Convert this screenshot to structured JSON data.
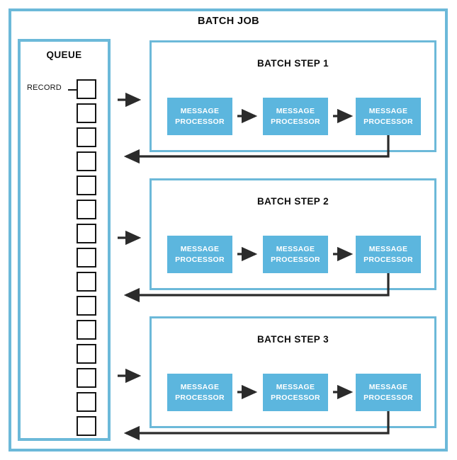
{
  "diagram": {
    "title": "BATCH JOB",
    "accent_color": "#6cb9d9",
    "processor_fill": "#5cb6de",
    "processor_text_color": "#ffffff",
    "arrow_color": "#2b2b2b",
    "record_border_color": "#151515",
    "background": "#ffffff"
  },
  "queue": {
    "title": "QUEUE",
    "record_label": "RECORD",
    "record_count": 15,
    "records": [
      {
        "index": 1
      },
      {
        "index": 2
      },
      {
        "index": 3
      },
      {
        "index": 4
      },
      {
        "index": 5
      },
      {
        "index": 6
      },
      {
        "index": 7
      },
      {
        "index": 8
      },
      {
        "index": 9
      },
      {
        "index": 10
      },
      {
        "index": 11
      },
      {
        "index": 12
      },
      {
        "index": 13
      },
      {
        "index": 14
      },
      {
        "index": 15
      }
    ]
  },
  "steps": [
    {
      "title": "BATCH STEP 1",
      "processors": [
        {
          "line1": "MESSAGE",
          "line2": "PROCESSOR"
        },
        {
          "line1": "MESSAGE",
          "line2": "PROCESSOR"
        },
        {
          "line1": "MESSAGE",
          "line2": "PROCESSOR"
        }
      ]
    },
    {
      "title": "BATCH STEP 2",
      "processors": [
        {
          "line1": "MESSAGE",
          "line2": "PROCESSOR"
        },
        {
          "line1": "MESSAGE",
          "line2": "PROCESSOR"
        },
        {
          "line1": "MESSAGE",
          "line2": "PROCESSOR"
        }
      ]
    },
    {
      "title": "BATCH STEP 3",
      "processors": [
        {
          "line1": "MESSAGE",
          "line2": "PROCESSOR"
        },
        {
          "line1": "MESSAGE",
          "line2": "PROCESSOR"
        },
        {
          "line1": "MESSAGE",
          "line2": "PROCESSOR"
        }
      ]
    }
  ],
  "flow": {
    "inbound_arrow_label": "queue-to-step",
    "return_arrow_label": "step-to-queue",
    "chain_arrow_label": "processor-to-processor"
  }
}
